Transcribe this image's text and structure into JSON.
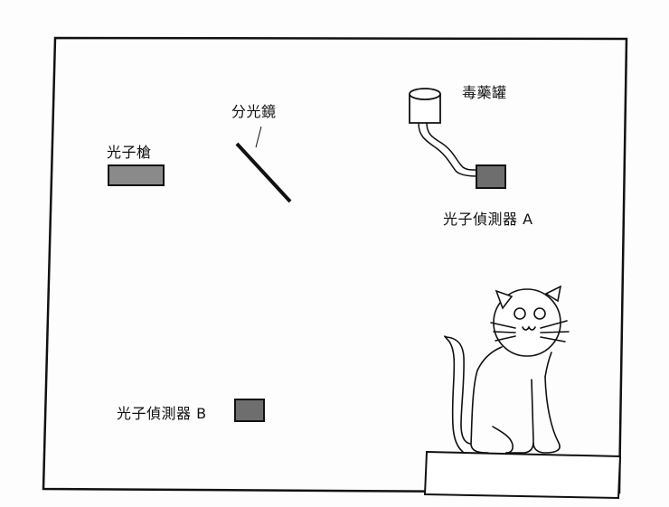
{
  "labels": {
    "photon_gun": "光子槍",
    "beam_splitter": "分光鏡",
    "poison_jar": "毒藥罐",
    "detector_a": "光子偵測器 A",
    "detector_b": "光子偵測器 B"
  },
  "colors": {
    "background": "#fdfdfd",
    "line": "#111111",
    "device_fill": "#7a7a7a",
    "detector_fill": "#6e6e6e"
  }
}
